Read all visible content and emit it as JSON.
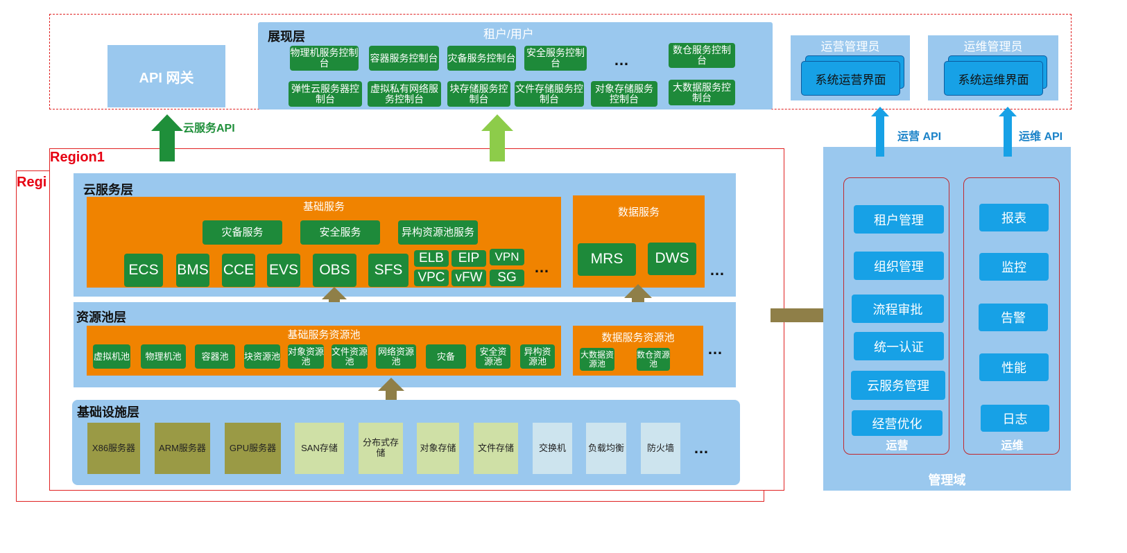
{
  "regions": {
    "region1": "Region1",
    "region_back": "Regi"
  },
  "top": {
    "api_gateway": "API  网关",
    "presentation": {
      "title": "展现层",
      "subtitle": "租户/用户",
      "row1": [
        "物理机服务控制台",
        "容器服务控制台",
        "灾备服务控制台",
        "安全服务控制台",
        "…",
        "数仓服务控制台"
      ],
      "row2": [
        "弹性云服务器控制台",
        "虚拟私有网络服务控制台",
        "块存储服务控制台",
        "文件存储服务控制台",
        "对象存储服务控制台",
        "大数据服务控制台"
      ]
    },
    "ops_admin": {
      "title": "运营管理员",
      "box": "系统运营界面"
    },
    "maint_admin": {
      "title": "运维管理员",
      "box": "系统运维界面"
    }
  },
  "arrows": {
    "cloud_api": "云服务API",
    "ops_api": "运营 API",
    "maint_api": "运维 API"
  },
  "cloud_layer": {
    "title": "云服务层",
    "basic": {
      "title": "基础服务",
      "top_row": [
        "灾备服务",
        "安全服务",
        "异构资源池服务"
      ],
      "services": [
        "ECS",
        "BMS",
        "CCE",
        "EVS",
        "OBS",
        "SFS"
      ],
      "net_grid": [
        "ELB",
        "EIP",
        "VPN",
        "VPC",
        "vFW",
        "SG"
      ],
      "more": "…"
    },
    "data": {
      "title": "数据服务",
      "services": [
        "MRS",
        "DWS"
      ]
    },
    "more": "…"
  },
  "pool_layer": {
    "title": "资源池层",
    "basic": {
      "title": "基础服务资源池",
      "items": [
        "虚拟机池",
        "物理机池",
        "容器池",
        "块资源池",
        "对象资源池",
        "文件资源池",
        "网络资源池",
        "灾备",
        "安全资源池",
        "异构资源池"
      ]
    },
    "data": {
      "title": "数据服务资源池",
      "items": [
        "大数据资源池",
        "数仓资源池"
      ]
    },
    "more": "…"
  },
  "infra_layer": {
    "title": "基础设施层",
    "items": [
      "X86服务器",
      "ARM服务器",
      "GPU服务器",
      "SAN存储",
      "分布式存储",
      "对象存储",
      "文件存储",
      "交换机",
      "负载均衡",
      "防火墙"
    ],
    "more": "…"
  },
  "mgmt": {
    "title": "管理域",
    "ops": {
      "label": "运营",
      "items": [
        "租户管理",
        "组织管理",
        "流程审批",
        "统一认证",
        "云服务管理",
        "经营优化"
      ]
    },
    "maint": {
      "label": "运维",
      "items": [
        "报表",
        "监控",
        "告警",
        "性能",
        "日志"
      ]
    }
  },
  "colors": {
    "layer_blue": "#9ac8ee",
    "orange": "#f08300",
    "green": "#1e8a3a",
    "mgmt_button": "#17a1e6",
    "region_red": "#e02020",
    "infra_olive": "#9a9a45",
    "infra_pale_green": "#cfe0a6",
    "infra_pale_blue": "#cde4ee"
  }
}
